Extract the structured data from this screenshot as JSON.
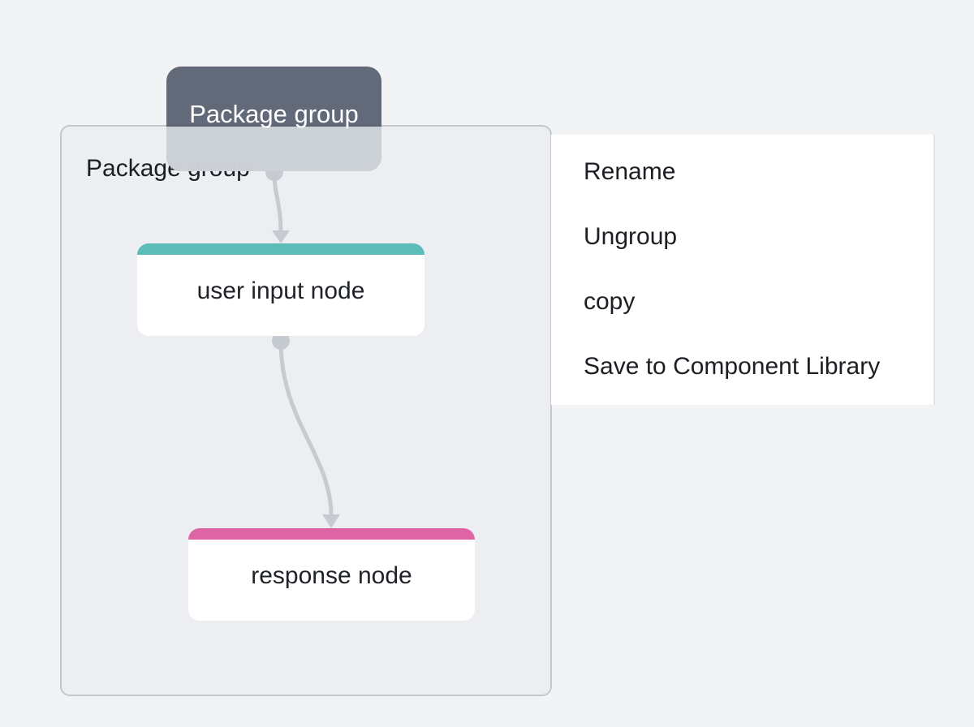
{
  "canvas": {
    "group": {
      "label": "Package group"
    },
    "drag_preview": {
      "label": "Package group"
    },
    "nodes": [
      {
        "label": "user input node",
        "accent": "#5bbcb8"
      },
      {
        "label": "response node",
        "accent": "#de64a4"
      }
    ],
    "edge_color": "#c6cad1"
  },
  "context_menu": {
    "items": [
      {
        "label": "Rename"
      },
      {
        "label": "Ungroup"
      },
      {
        "label": "copy"
      },
      {
        "label": "Save to Component Library"
      }
    ]
  }
}
